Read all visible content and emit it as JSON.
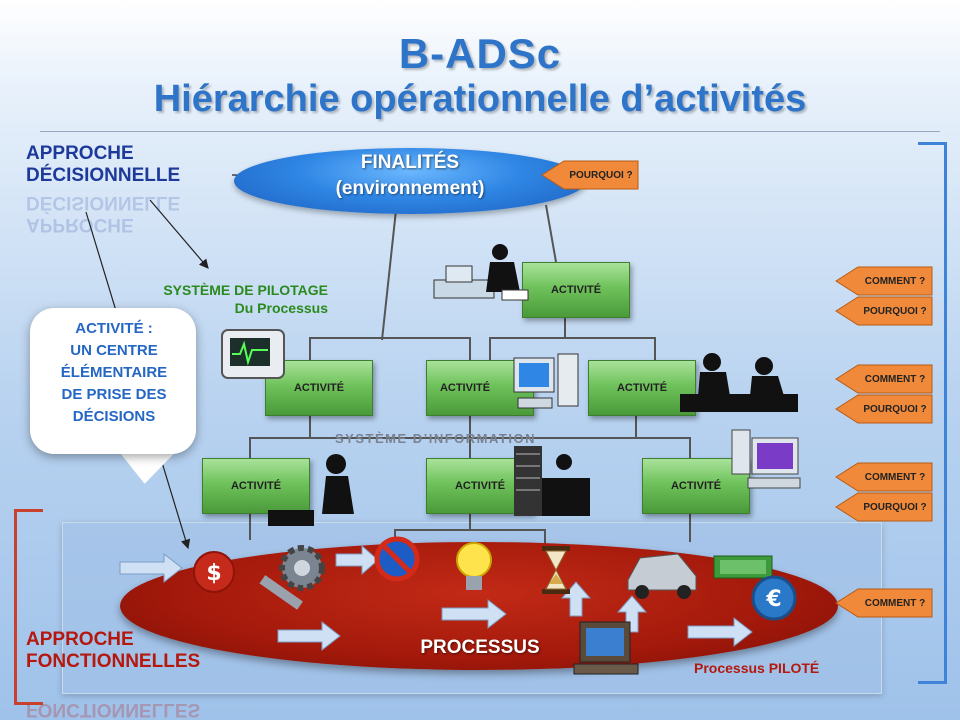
{
  "title_line1": "B-ADSc",
  "title_line2": "Hiérarchie opérationnelle d’activités",
  "approach_top": {
    "line1": "APPROCHE",
    "line2": "DÉCISIONNELLE"
  },
  "approach_bottom": {
    "line1": "APPROCHE",
    "line2": "FONCTIONNELLES"
  },
  "finalites": {
    "line1": "FINALITÉS",
    "line2": "(environnement)"
  },
  "systeme_pilotage": {
    "line1": "SYSTÈME DE PILOTAGE",
    "line2": "Du Processus"
  },
  "systeme_information": "SYSTÈME D’INFORMATION",
  "callout": {
    "line1": "ACTIVITÉ :",
    "line2": "UN CENTRE",
    "line3": "ÉLÉMENTAIRE",
    "line4": "DE PRISE  DES",
    "line5": "DÉCISIONS"
  },
  "activity_label": "ACTIVITÉ",
  "processus": "PROCESSUS",
  "processus_pilote": "Processus PILOTÉ",
  "buttons": {
    "pourquoi": "POURQUOI ?",
    "comment": "COMMENT ?"
  },
  "colors": {
    "title": "#2e74c9",
    "activity_green": "#6fc25b",
    "process_red": "#a3190b",
    "finalites_blue": "#2f86e4",
    "orange": "#f08a3a"
  },
  "icons": [
    "computer-operator-icon",
    "medical-monitor-icon",
    "desktop-computer-icon",
    "meeting-icon",
    "typist-icon",
    "shop-counter-icon",
    "workstation-icon",
    "dollar-coin-icon",
    "gear-wrench-icon",
    "no-parking-icon",
    "light-bulb-icon",
    "hourglass-icon",
    "car-icon",
    "cash-icon",
    "euro-coin-icon",
    "computer-icon"
  ]
}
